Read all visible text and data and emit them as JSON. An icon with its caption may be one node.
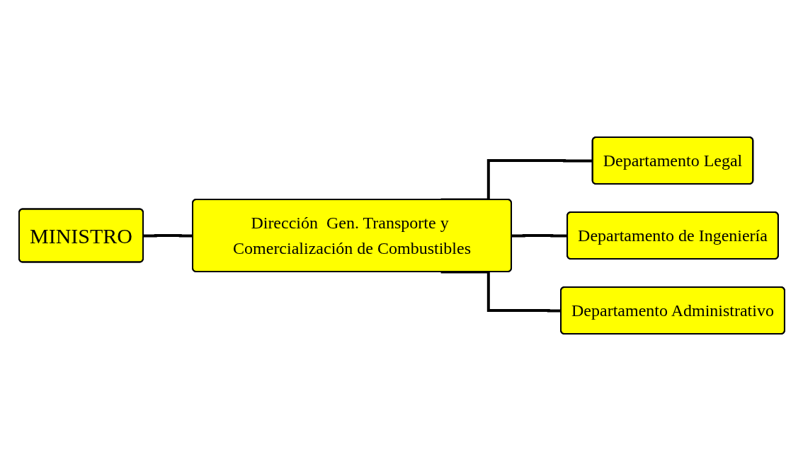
{
  "diagram": {
    "nodes": [
      {
        "text": [
          "MINISTRO"
        ]
      },
      {
        "text": [
          "Dirección  Gen. Transporte y Comercialización de Combustibles"
        ]
      },
      {
        "text": [
          "Departamento Legal"
        ]
      },
      {
        "text": [
          "Departamento de Ingeniería"
        ]
      },
      {
        "text": [
          "Departamento Administrativo"
        ]
      }
    ],
    "edges": [
      {
        "from": 0,
        "to": 1,
        "arrow": "none"
      },
      {
        "from": 1,
        "to": 2,
        "arrow": "none"
      },
      {
        "from": 1,
        "to": 3,
        "arrow": "none"
      },
      {
        "from": 1,
        "to": 4,
        "arrow": "none"
      }
    ]
  }
}
